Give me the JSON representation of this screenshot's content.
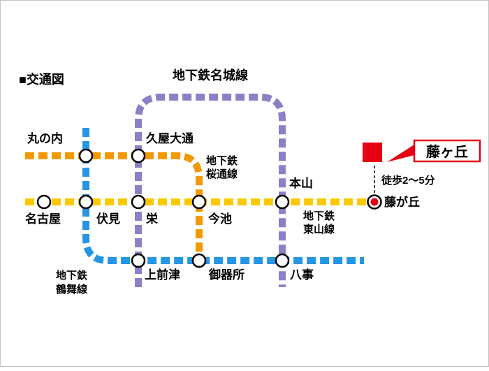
{
  "title": "■交通図",
  "lines": {
    "meijo": {
      "name": "地下鉄名城線",
      "color": "#8b80c5"
    },
    "sakuradori": {
      "name_line1": "地下鉄",
      "name_line2": "桜通線",
      "color": "#f39800"
    },
    "higashiyama": {
      "name_line1": "地下鉄",
      "name_line2": "東山線",
      "color": "#fcc800"
    },
    "tsurumai": {
      "name_line1": "地下鉄",
      "name_line2": "鶴舞線",
      "color": "#2596e3"
    }
  },
  "stations": {
    "marunouchi": "丸の内",
    "hisayaodori": "久屋大通",
    "nagoya": "名古屋",
    "fushimi": "伏見",
    "sakae": "栄",
    "imaike": "今池",
    "motoyama": "本山",
    "kamimaezu": "上前津",
    "gokiso": "御器所",
    "yagoto": "八事",
    "fujigaoka": "藤が丘"
  },
  "destination": {
    "callout_label": "藤ヶ丘",
    "station_label": "藤が丘",
    "walk_note": "徒歩2～5分",
    "accent_color": "#e60012"
  }
}
